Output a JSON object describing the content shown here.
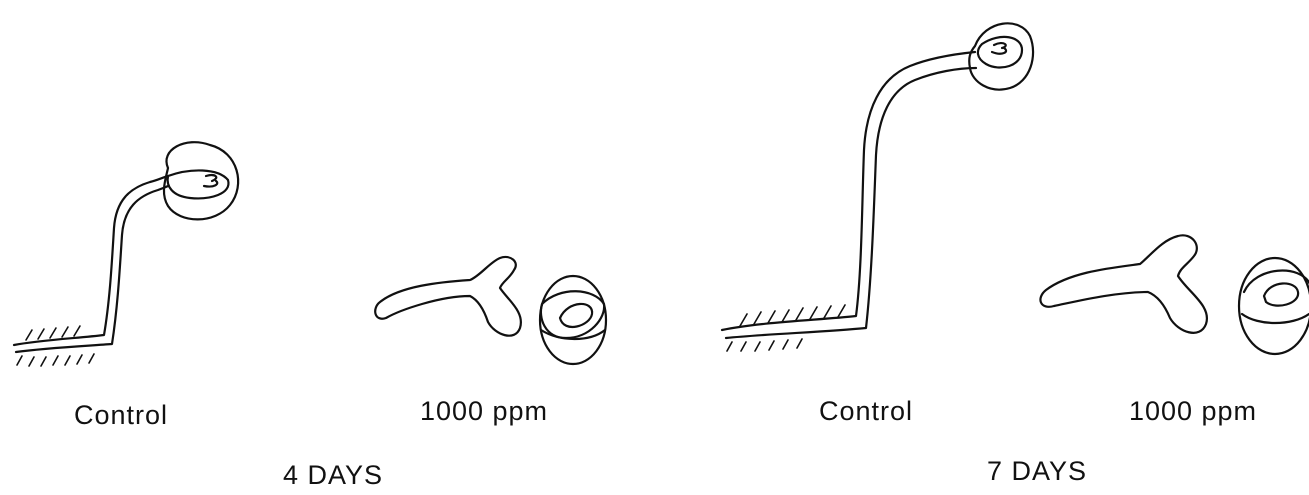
{
  "groups": [
    {
      "period": "4 DAYS",
      "treatments": [
        "Control",
        "1000 ppm"
      ]
    },
    {
      "period": "7 DAYS",
      "treatments": [
        "Control",
        "1000 ppm"
      ]
    }
  ]
}
